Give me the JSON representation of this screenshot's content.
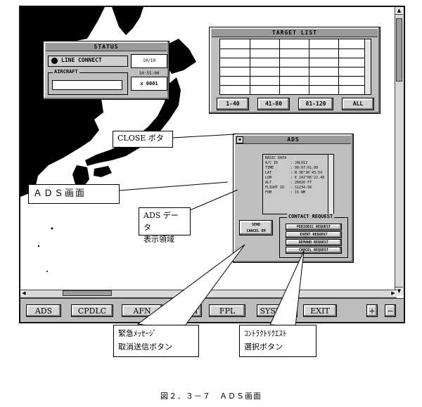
{
  "status_window": {
    "title": "STATUS",
    "line_connect_label": "LINE CONNECT",
    "datetime": "10/10 10:55:00",
    "aircraft_label": "AIRCRAFT",
    "aircraft_value": "",
    "counter": "x 0001"
  },
  "target_list": {
    "title": "TARGET LIST",
    "buttons": [
      "1-40",
      "41-80",
      "81-120",
      "ALL"
    ]
  },
  "ads_window": {
    "title": "ADS",
    "data_rows": [
      {
        "key": "BASIC DATA",
        "value": ""
      },
      {
        "key": "A/C ID",
        "value": ": JAL012"
      },
      {
        "key": "TIME",
        "value": ": 08:07:01.00"
      },
      {
        "key": "LAT",
        "value": ": N 36°30'43.54"
      },
      {
        "key": "LON",
        "value": ": E 142°06'22.48"
      },
      {
        "key": "ALT",
        "value": ": 26020 FT"
      },
      {
        "key": "FLIGHT ID",
        "value": ": S1234-56"
      },
      {
        "key": "FOM",
        "value": ": 15 NM"
      }
    ],
    "send_cancel_label": [
      "SEND",
      "CANCEL EM"
    ],
    "contact_request_label": "CONTACT REQUEST",
    "contact_buttons": [
      "PERIODIC REQUEST",
      "EVENT REQUEST",
      "DEMAND REQUEST",
      "CANCEL REQUEST"
    ]
  },
  "toolbar": {
    "buttons": [
      "ADS",
      "CPDLC",
      "AFN",
      "INPUT",
      "FPL",
      "SYSTEM",
      "EXIT"
    ],
    "plus": "+",
    "minus": "−"
  },
  "callouts": {
    "close_button": "CLOSE ボタン",
    "ads_screen": "ＡＤＳ画面",
    "ads_data_line1": "ADS データ",
    "ads_data_line2": "表示領域",
    "emergency_line1": "緊急ﾒｯｾｰｼﾞ",
    "emergency_line2": "取消送信ボタン",
    "contract_line1": "ｺﾝﾄﾗｸﾄﾘｸｴｽﾄ",
    "contract_line2": "選択ボタン"
  },
  "caption": "図２．３－７　ＡＤＳ画面",
  "colors": {
    "map_land": "#000000",
    "window_gray": "#bfbfbf",
    "background": "#ffffff"
  }
}
